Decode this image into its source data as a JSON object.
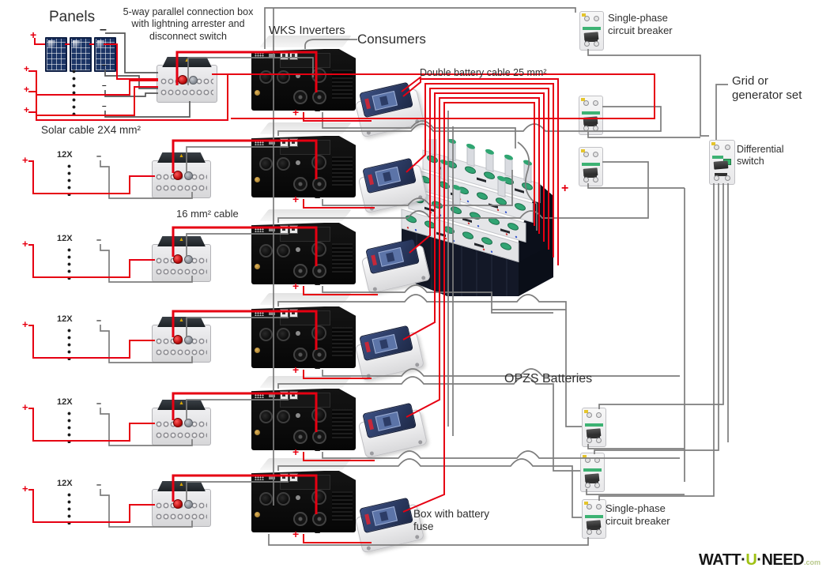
{
  "labels": {
    "panels": "Panels",
    "five_way": "5-way parallel connection box with lightning arrester and disconnect switch",
    "wks": "WKS Inverters",
    "consumers": "Consumers",
    "double_cable": "Double battery cable 25 mm²",
    "single_phase": "Single-phase circuit breaker",
    "grid": "Grid or generator set",
    "differential": "Differential switch",
    "solar_cable": "Solar cable 2X4 mm²",
    "cable16": "16 mm² cable",
    "opzs": "OPZS Batteries",
    "fuse_box": "Box with battery fuse"
  },
  "symbols": {
    "plus": "+",
    "minus": "–",
    "string_count": "12X"
  },
  "logo": {
    "watt": "WATT",
    "sep1": "·",
    "u": "U",
    "sep2": "·",
    "need": "NEED",
    "com": ".com"
  },
  "colors": {
    "wire_red": "#e60012",
    "wire_gray": "#7d7d7d",
    "logo_green": "#9fc114"
  }
}
